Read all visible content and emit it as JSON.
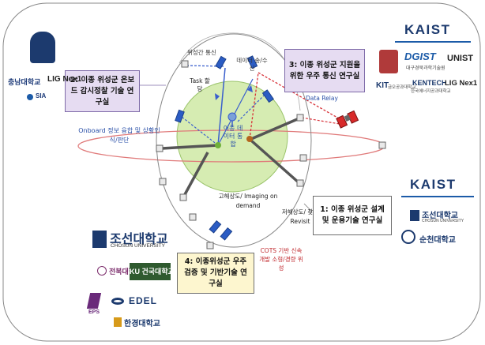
{
  "colors": {
    "orbit_red": "#e07a7a",
    "orbit_gray": "#555555",
    "link_blue": "#3a5fcd",
    "link_red": "#d8333a",
    "earth_green": "#cfe7a8",
    "box_purple": "#e6dcf2",
    "box_yellow": "#fdf6cf",
    "kaist_navy": "#1c3a6e"
  },
  "boxes": {
    "box2": "2: 이종 위성군 온보드 감시정찰 기술 연구실",
    "box3": "3: 이종 위성군 지원을 위한 우주 통신 연구실",
    "box1": "1: 이종 위성군 설계 및 운용기술 연구실",
    "box4": "4: 이종위성군 우주 검증 및 기반기술 연구실"
  },
  "labels": {
    "isl": "위성간 통신",
    "data_tx": "데이터 송/수신",
    "data_relay": "Data Relay",
    "task": "Task 할당",
    "onboard": "Onboard 정보 융합 및 상황인식/판단",
    "center": "이종 데이터 통합",
    "highres": "고해상도/ Imaging on demand",
    "revisit": "저해상도/ 잦은 Revisit",
    "cots": "COTS 기반 신속 개발 소형/경량 위성"
  },
  "logos": {
    "left": {
      "chungnam": "충남대학교",
      "lignex1": "LIG Nex1",
      "sia": "SIA"
    },
    "right_top": {
      "kaist": "KAIST",
      "dgist": "DGIST",
      "dgist_sub": "대구경북과학기술원",
      "unist": "UNIST",
      "kit": "KIT",
      "kit_sub": "금오공과대학교",
      "kentech": "KENTECH",
      "kentech_sub": "한국에너지공과대학교",
      "lignex1": "LIG Nex1"
    },
    "right_bottom": {
      "kaist": "KAIST",
      "chosun": "조선대학교",
      "chosun_sub": "CHOSUN UNIVERSITY",
      "suncheon": "순천대학교"
    },
    "bottom_left": {
      "chosun": "조선대학교",
      "chosun_sub": "CHOSUN UNIVERSITY",
      "jeonbuk": "전북대학교",
      "ku": "KU 건국대학교",
      "eps": "EPS",
      "edel": "EDEL",
      "hankyong": "한경대학교"
    }
  }
}
